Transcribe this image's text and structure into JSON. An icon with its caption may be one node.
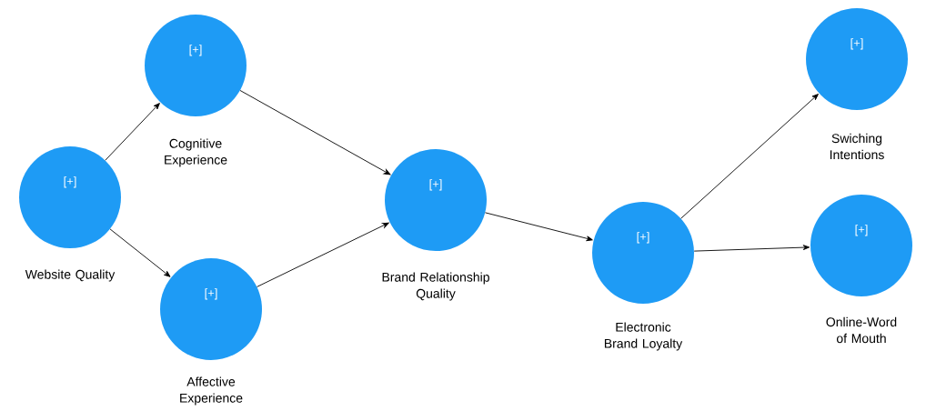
{
  "diagram": {
    "nodes": [
      {
        "text": [
          "[+]"
        ],
        "beside": [
          "Website Quality"
        ]
      },
      {
        "text": [
          "[+]"
        ],
        "beside": [
          "Cognitive Experience"
        ]
      },
      {
        "text": [
          "[+]"
        ],
        "beside": [
          "Affective Experience"
        ]
      },
      {
        "text": [
          "[+]"
        ],
        "beside": [
          "Brand Relationship Quality"
        ]
      },
      {
        "text": [
          "[+]"
        ],
        "beside": [
          "Electronic Brand Loyalty"
        ]
      },
      {
        "text": [
          "[+]"
        ],
        "beside": [
          "Swiching Intentions"
        ]
      },
      {
        "text": [
          "[+]"
        ],
        "beside": [
          "Online-Word of Mouth"
        ]
      }
    ],
    "edges": [
      {
        "from": 0,
        "to": 1,
        "arrow": "to"
      },
      {
        "from": 0,
        "to": 2,
        "arrow": "to"
      },
      {
        "from": 1,
        "to": 3,
        "arrow": "to"
      },
      {
        "from": 2,
        "to": 3,
        "arrow": "to"
      },
      {
        "from": 3,
        "to": 4,
        "arrow": "to"
      },
      {
        "from": 4,
        "to": 5,
        "arrow": "to"
      },
      {
        "from": 4,
        "to": 6,
        "arrow": "to"
      }
    ]
  }
}
